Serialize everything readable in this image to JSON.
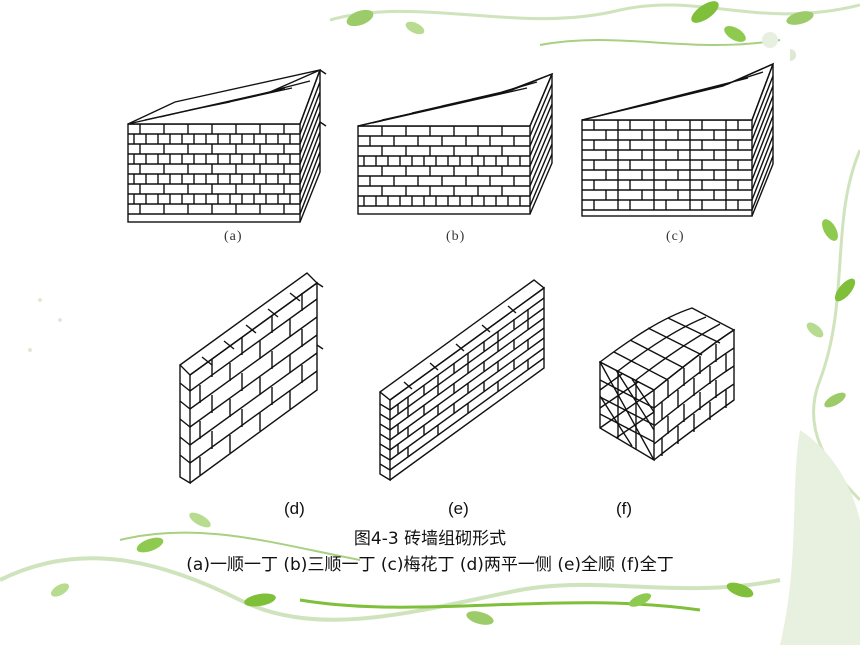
{
  "figure": {
    "top_labels": [
      "(a)",
      "(b)",
      "(c)"
    ],
    "bottom_labels": [
      "(d)",
      "(e)",
      "(f)"
    ],
    "caption_title": "图4-3  砖墙组砌形式",
    "caption_list": "(a)一顺一丁 (b)三顺一丁 (c)梅花丁 (d)两平一侧  (e)全顺  (f)全丁"
  },
  "colors": {
    "vine_green": "#7fbf3a",
    "light_green": "#cfe3bd",
    "line": "#111111"
  }
}
